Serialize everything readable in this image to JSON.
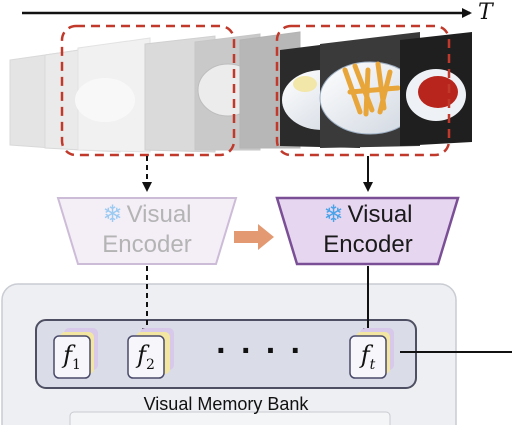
{
  "timeline": {
    "axis_label": "T"
  },
  "encoder_left": {
    "line1": "Visual",
    "line2": "Encoder",
    "icon": "snowflake-icon"
  },
  "encoder_right": {
    "line1": "Visual",
    "line2": "Encoder",
    "icon": "snowflake-icon"
  },
  "memory_bank": {
    "label": "Visual Memory Bank",
    "features": [
      {
        "base": "f",
        "sub": "1"
      },
      {
        "base": "f",
        "sub": "2"
      },
      {
        "base": "f",
        "sub": "t"
      }
    ],
    "ellipsis": "· · · ·"
  },
  "colors": {
    "encoder_fill": "#e7d6f0",
    "encoder_stroke": "#7a4f96",
    "selection_dash": "#c0392b",
    "bank_panel": "#eeeff2",
    "bank_strip": "#dadde8",
    "feature_fill": "#f7f7fb",
    "feature_stack_yellow": "#f3e6a3",
    "feature_stack_purple": "#d8c8ea",
    "arrow_orange": "#e39a72"
  }
}
